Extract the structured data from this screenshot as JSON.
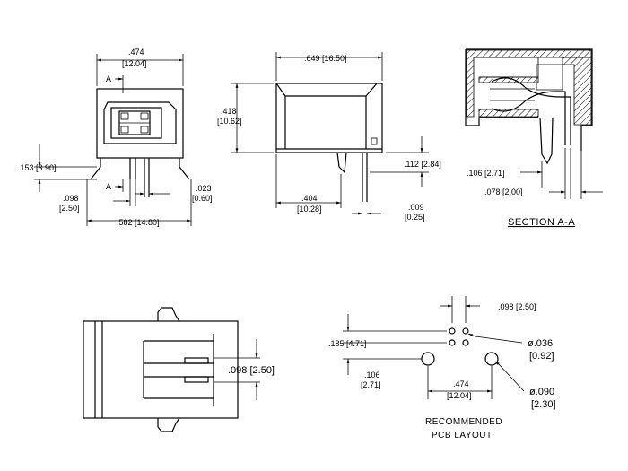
{
  "front_view": {
    "width_top": ".474",
    "width_top_mm": "[12.04]",
    "section_mark_top": "A",
    "section_mark_bottom": "A",
    "pin_offset": ".153 [3.90]",
    "pin_spacing": ".098",
    "pin_spacing_mm": "[2.50]",
    "pin_width": ".023",
    "pin_width_mm": "[0.60]",
    "overall_width": ".582 [14.80]"
  },
  "side_view": {
    "length": ".649 [16.50]",
    "height": ".418",
    "height_mm": "[10.62]",
    "pin_length": ".112 [2.84]",
    "pin_position": ".404",
    "pin_position_mm": "[10.28]",
    "pin_thickness": ".009",
    "pin_thickness_mm": "[0.25]"
  },
  "section_view": {
    "dim_a": ".106 [2.71]",
    "dim_b": ".078 [2.00]",
    "label": "SECTION A-A"
  },
  "top_view": {
    "pin_pitch": ".098 [2.50]"
  },
  "pcb_layout": {
    "pitch": ".098 [2.50]",
    "row_offset": ".185 [4.71]",
    "hole_small": "ø.036",
    "hole_small_mm": "[0.92]",
    "peg_offset": ".106",
    "peg_offset_mm": "[2.71]",
    "peg_spacing": ".474",
    "peg_spacing_mm": "[12.04]",
    "hole_large": "ø.090",
    "hole_large_mm": "[2.30]",
    "title_line1": "RECOMMENDED",
    "title_line2": "PCB LAYOUT"
  }
}
